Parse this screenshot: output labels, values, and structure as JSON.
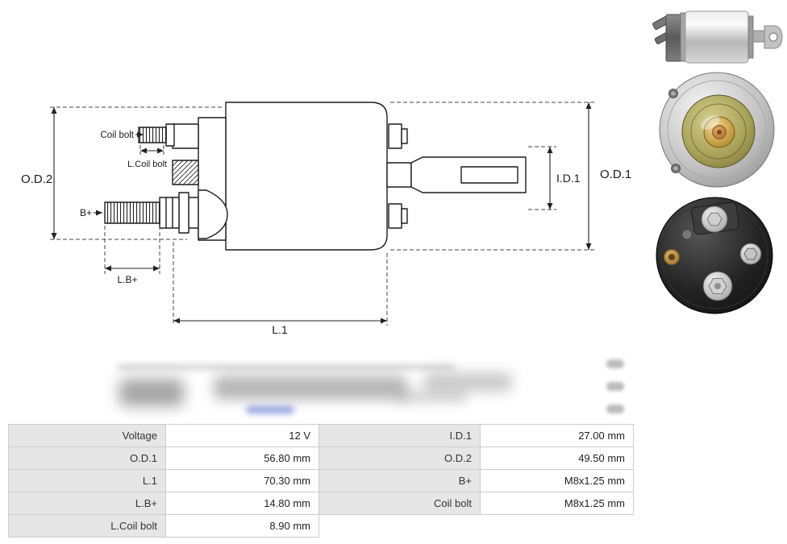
{
  "diagram": {
    "labels": {
      "od2": "O.D.2",
      "od1": "O.D.1",
      "id1": "I.D.1",
      "l1": "L.1",
      "lb": "L.B+",
      "b": "B+",
      "coil_bolt": "Coil bolt",
      "l_coil_bolt": "L.Coil bolt"
    }
  },
  "colors": {
    "line": "#1a1a1a",
    "table_label_bg": "#e6e6e6",
    "table_border": "#cccccc"
  },
  "table": {
    "rows": [
      {
        "label1": "Voltage",
        "value1": "12 V",
        "label2": "I.D.1",
        "value2": "27.00 mm"
      },
      {
        "label1": "O.D.1",
        "value1": "56.80 mm",
        "label2": "O.D.2",
        "value2": "49.50 mm"
      },
      {
        "label1": "L.1",
        "value1": "70.30 mm",
        "label2": "B+",
        "value2": "M8x1.25 mm"
      },
      {
        "label1": "L.B+",
        "value1": "14.80 mm",
        "label2": "Coil bolt",
        "value2": "M8x1.25 mm"
      },
      {
        "label1": "L.Coil bolt",
        "value1": "8.90 mm",
        "label2": "",
        "value2": ""
      }
    ]
  }
}
